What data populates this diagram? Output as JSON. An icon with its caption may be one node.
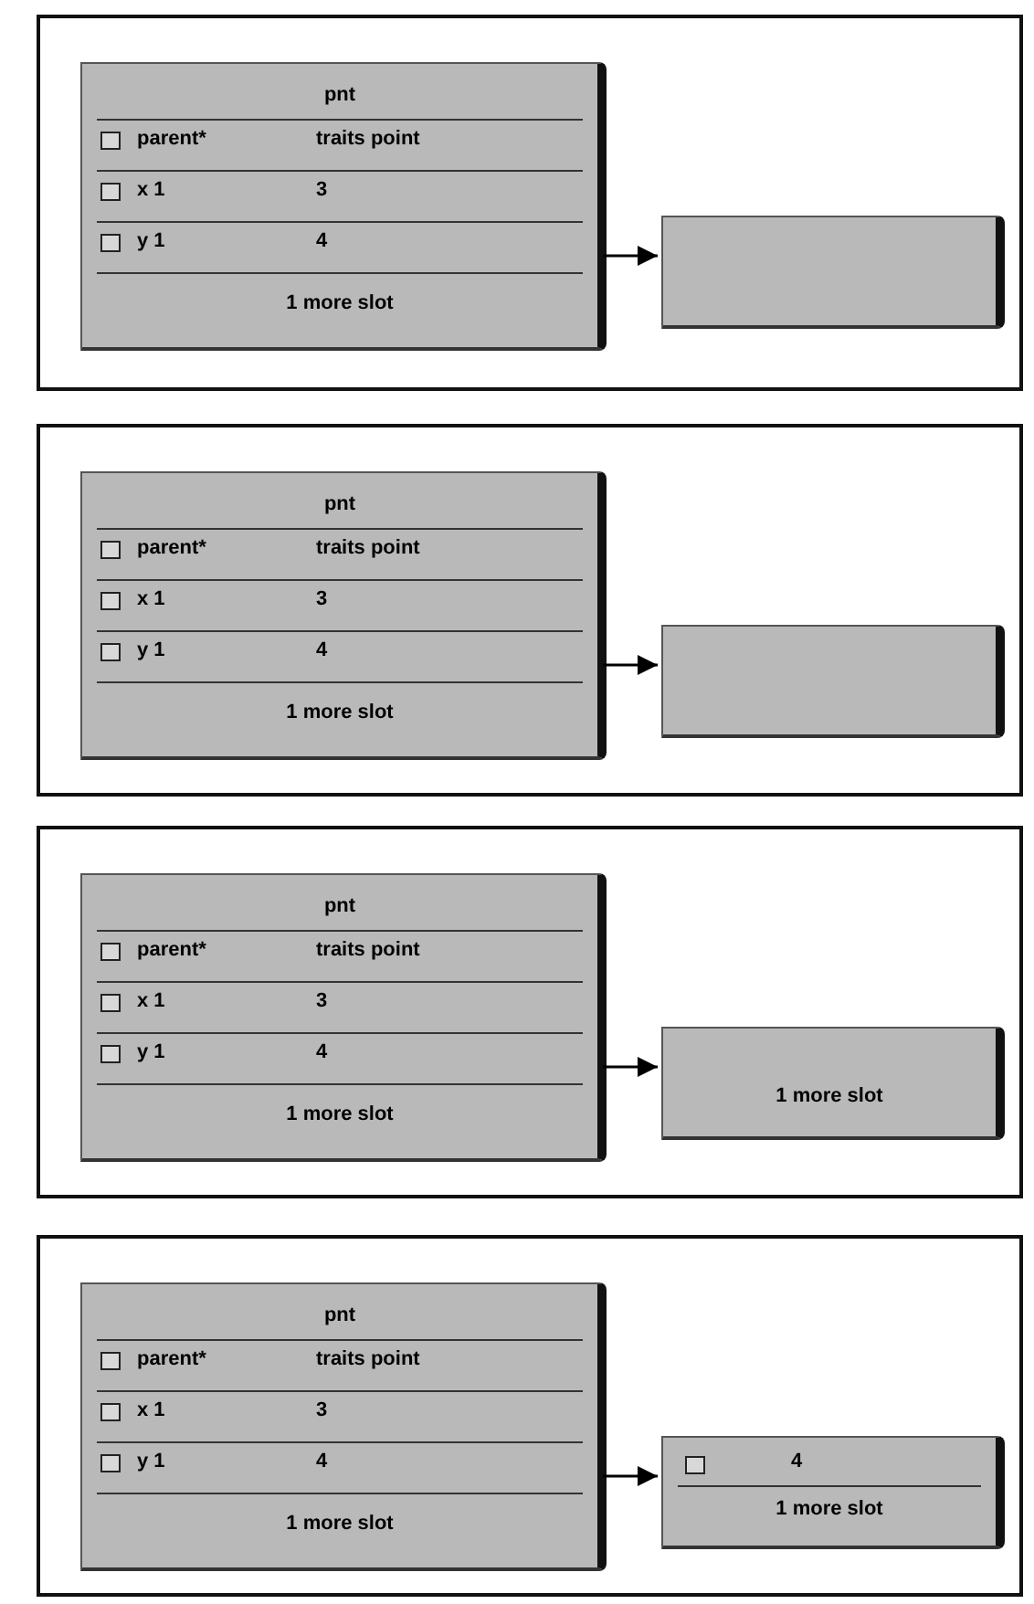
{
  "diagram": {
    "nodes": [
      {
        "text": [],
        "shape": "box"
      },
      {
        "text": [
          "pnt",
          "parent*",
          "traits point",
          "x 1",
          "3",
          "y 1",
          "4",
          "1 more slot"
        ],
        "in": 0
      },
      {
        "text": [],
        "shape": "box",
        "in": 0
      },
      {
        "text": [],
        "shape": "box"
      },
      {
        "text": [
          "pnt",
          "parent*",
          "traits point",
          "x 1",
          "3",
          "y 1",
          "4",
          "1 more slot"
        ],
        "in": 3
      },
      {
        "text": [],
        "shape": "box",
        "in": 3
      },
      {
        "text": [],
        "shape": "box"
      },
      {
        "text": [
          "pnt",
          "parent*",
          "traits point",
          "x 1",
          "3",
          "y 1",
          "4",
          "1 more slot"
        ],
        "in": 6
      },
      {
        "text": [
          "1 more slot"
        ],
        "in": 6
      },
      {
        "text": [],
        "shape": "box"
      },
      {
        "text": [
          "pnt",
          "parent*",
          "traits point",
          "x 1",
          "3",
          "y 1",
          "4",
          "1 more slot"
        ],
        "in": 9
      },
      {
        "text": [
          "4",
          "1 more slot"
        ],
        "in": 9
      }
    ],
    "edges": [
      {
        "from": 1,
        "to": 2,
        "arrow": "to"
      },
      {
        "from": 4,
        "to": 5,
        "arrow": "to"
      },
      {
        "from": 7,
        "to": 8,
        "arrow": "to"
      },
      {
        "from": 10,
        "to": 11,
        "arrow": "to"
      }
    ]
  }
}
